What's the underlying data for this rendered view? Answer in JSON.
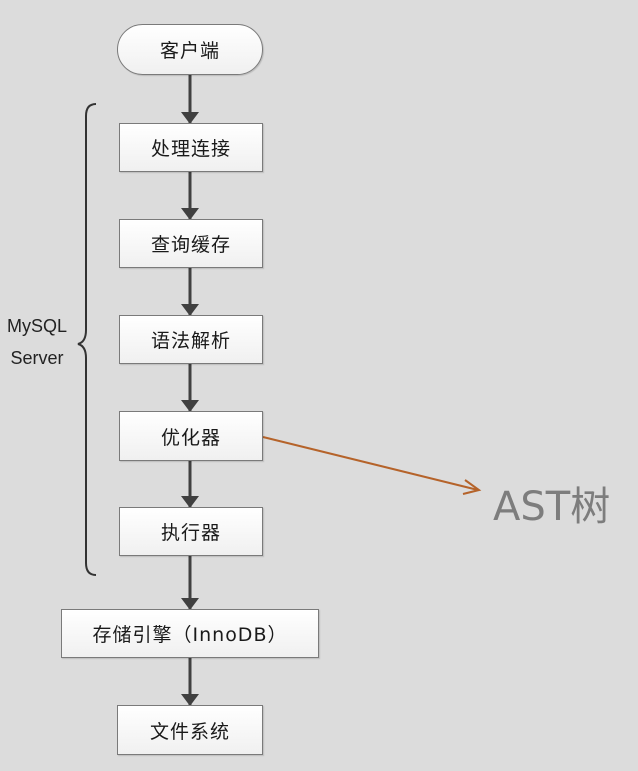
{
  "diagram": {
    "type": "flowchart",
    "nodes": [
      {
        "id": "client",
        "label": "客户端",
        "shape": "terminal"
      },
      {
        "id": "connection",
        "label": "处理连接",
        "shape": "process"
      },
      {
        "id": "query_cache",
        "label": "查询缓存",
        "shape": "process"
      },
      {
        "id": "parser",
        "label": "语法解析",
        "shape": "process"
      },
      {
        "id": "optimizer",
        "label": "优化器",
        "shape": "process"
      },
      {
        "id": "executor",
        "label": "执行器",
        "shape": "process"
      },
      {
        "id": "storage_engine",
        "label": "存储引擎（InnoDB）",
        "shape": "process"
      },
      {
        "id": "file_system",
        "label": "文件系统",
        "shape": "process"
      }
    ],
    "edges": [
      {
        "from": "client",
        "to": "connection"
      },
      {
        "from": "connection",
        "to": "query_cache"
      },
      {
        "from": "query_cache",
        "to": "parser"
      },
      {
        "from": "parser",
        "to": "optimizer"
      },
      {
        "from": "optimizer",
        "to": "executor"
      },
      {
        "from": "executor",
        "to": "storage_engine"
      },
      {
        "from": "storage_engine",
        "to": "file_system"
      },
      {
        "from": "optimizer",
        "to": "ast",
        "style": "annotation"
      }
    ],
    "group": {
      "label_line1": "MySQL",
      "label_line2": "Server",
      "members": [
        "connection",
        "query_cache",
        "parser",
        "optimizer",
        "executor"
      ]
    },
    "annotation": {
      "id": "ast",
      "label": "AST树"
    },
    "colors": {
      "background": "#dcdcdc",
      "arrow": "#404040",
      "annotation_arrow": "#b5632a",
      "annotation_text": "#7d7d7d"
    }
  }
}
